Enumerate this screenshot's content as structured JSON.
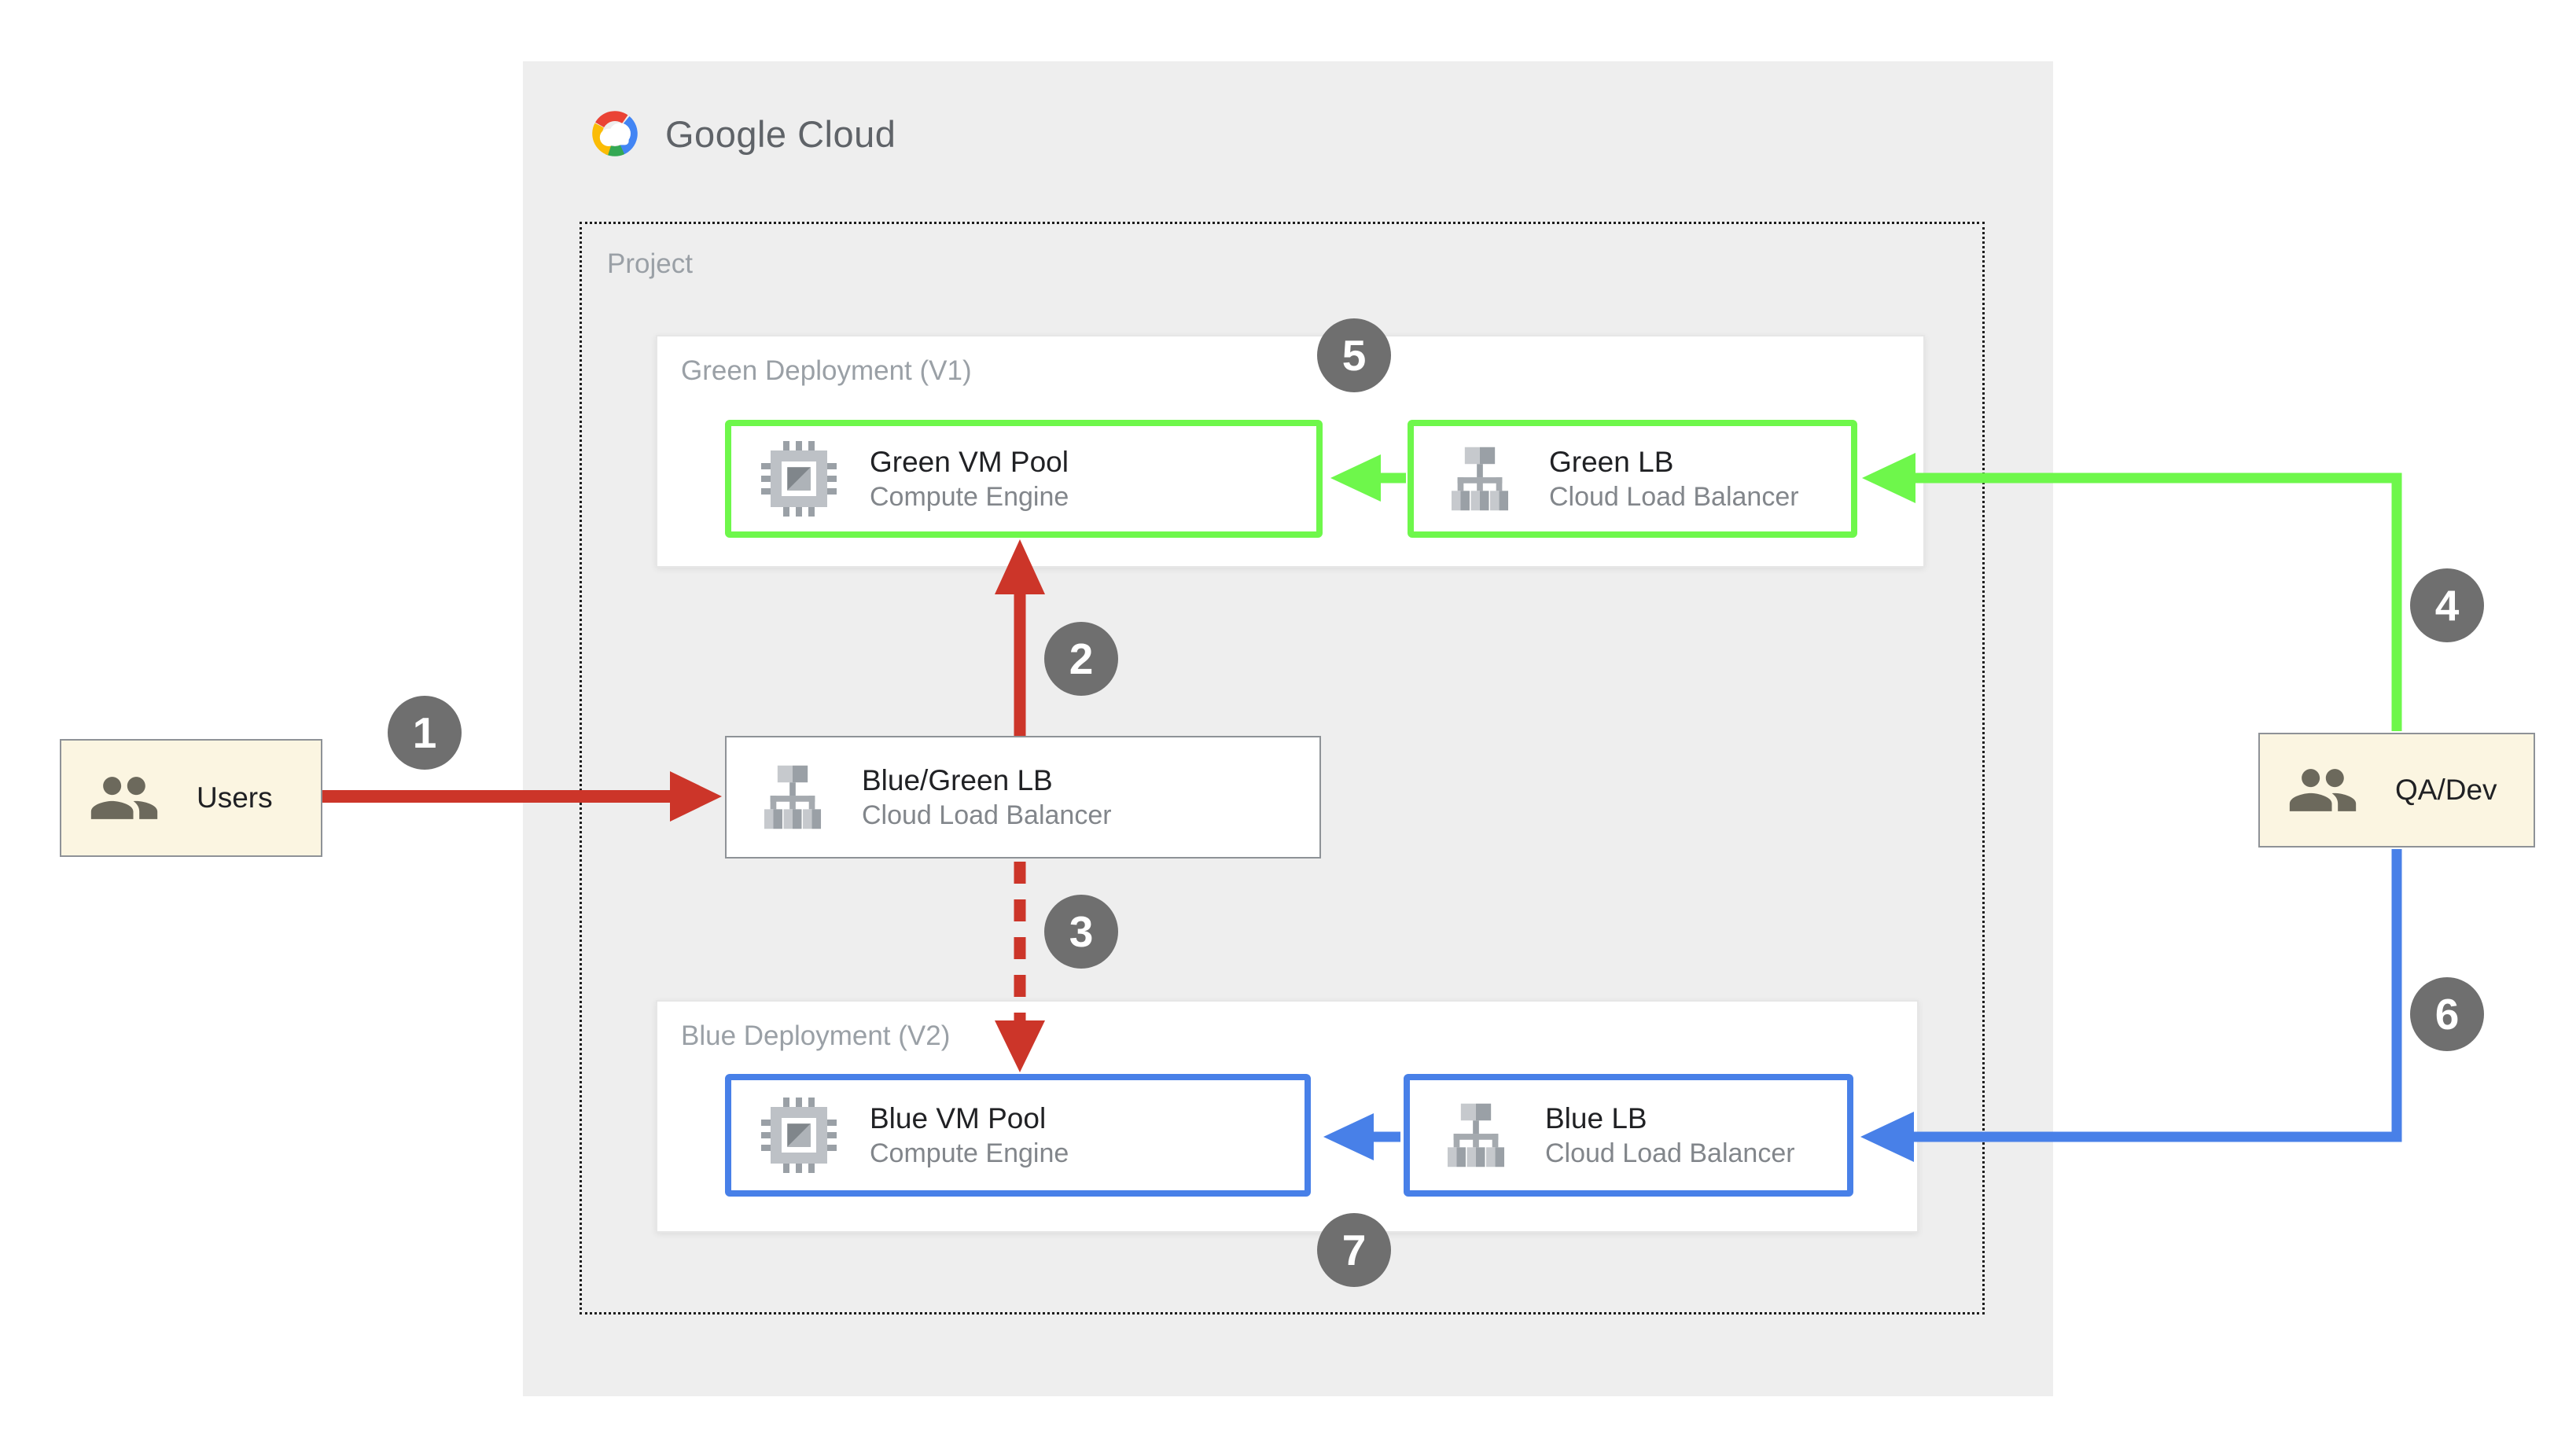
{
  "brand": {
    "name": "Google Cloud"
  },
  "project": {
    "label": "Project"
  },
  "groups": {
    "green": {
      "title": "Green Deployment (V1)"
    },
    "blue": {
      "title": "Blue Deployment (V2)"
    }
  },
  "nodes": {
    "green_vm_pool": {
      "title": "Green VM Pool",
      "subtitle": "Compute Engine",
      "icon": "compute-engine-icon"
    },
    "green_lb": {
      "title": "Green LB",
      "subtitle": "Cloud Load Balancer",
      "icon": "load-balancer-icon"
    },
    "blue_green_lb": {
      "title": "Blue/Green LB",
      "subtitle": "Cloud Load Balancer",
      "icon": "load-balancer-icon"
    },
    "blue_vm_pool": {
      "title": "Blue VM Pool",
      "subtitle": "Compute Engine",
      "icon": "compute-engine-icon"
    },
    "blue_lb": {
      "title": "Blue LB",
      "subtitle": "Cloud Load Balancer",
      "icon": "load-balancer-icon"
    }
  },
  "actors": {
    "users": {
      "label": "Users",
      "icon": "people-icon"
    },
    "qa_dev": {
      "label": "QA/Dev",
      "icon": "people-icon"
    }
  },
  "steps": [
    "1",
    "2",
    "3",
    "4",
    "5",
    "6",
    "7"
  ],
  "connections": [
    {
      "step": "1",
      "from": "users",
      "to": "blue_green_lb",
      "color": "red",
      "style": "solid"
    },
    {
      "step": "2",
      "from": "blue_green_lb",
      "to": "green_vm_pool",
      "color": "red",
      "style": "solid"
    },
    {
      "step": "3",
      "from": "blue_green_lb",
      "to": "blue_vm_pool",
      "color": "red",
      "style": "dashed"
    },
    {
      "step": "4",
      "from": "qa_dev",
      "to": "green_lb",
      "color": "green",
      "style": "solid"
    },
    {
      "step": "5",
      "from": null,
      "to": "green_deployment",
      "color": null,
      "style": "badge-only"
    },
    {
      "step": "6",
      "from": "qa_dev",
      "to": "blue_lb",
      "color": "blue",
      "style": "solid"
    },
    {
      "step": "7",
      "from": null,
      "to": "blue_deployment",
      "color": null,
      "style": "badge-only"
    },
    {
      "step": null,
      "from": "green_lb",
      "to": "green_vm_pool",
      "color": "green",
      "style": "solid"
    },
    {
      "step": null,
      "from": "blue_lb",
      "to": "blue_vm_pool",
      "color": "blue",
      "style": "solid"
    }
  ],
  "colors": {
    "red": "#CC3529",
    "green": "#6EF74B",
    "blue": "#4880E8",
    "badge": "#6F6F6F",
    "canvas_gray": "#EEEEEE",
    "cream": "#FBF5E1",
    "logo_text": "#5F6368",
    "muted_label": "#9AA0A6",
    "title_text": "#202124",
    "subtitle_text": "#82868B"
  }
}
